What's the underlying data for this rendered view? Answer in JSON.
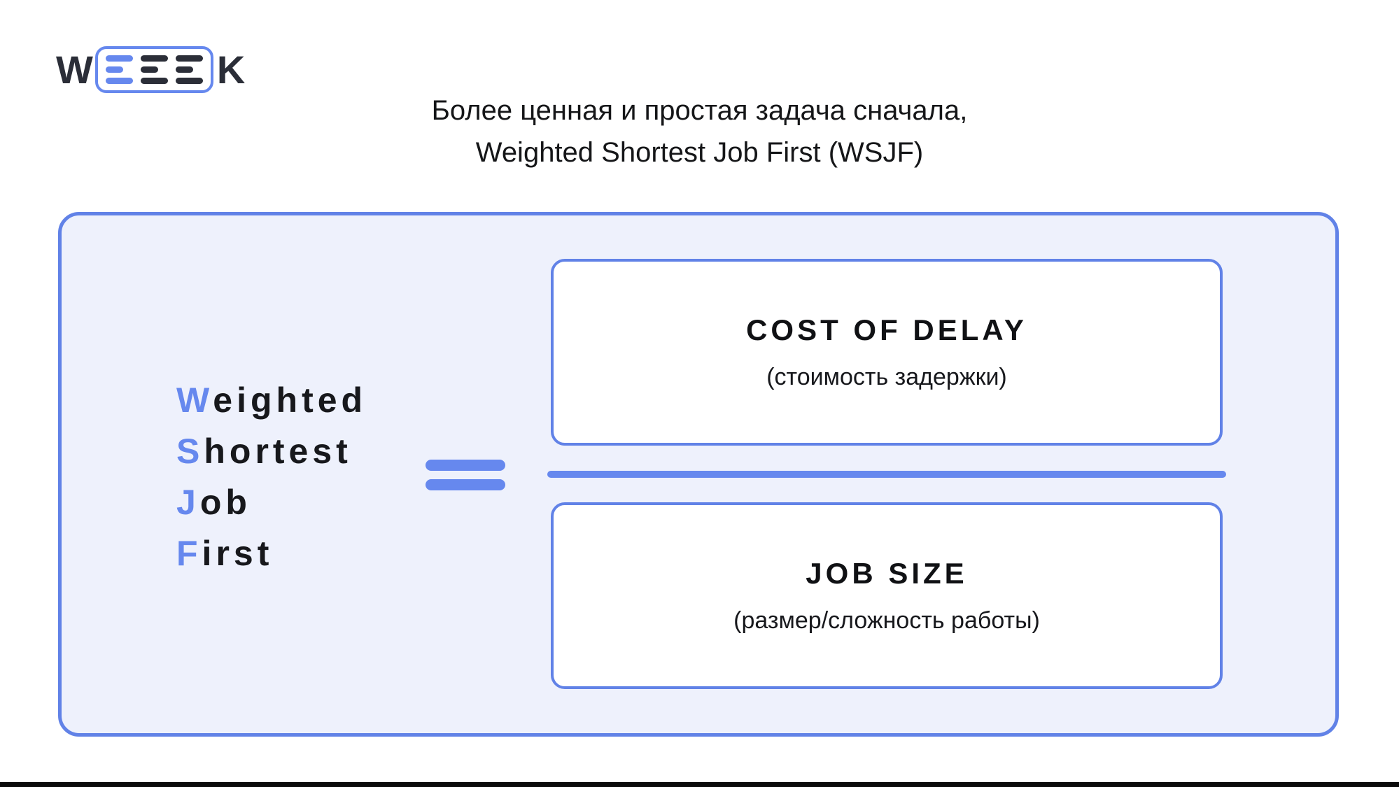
{
  "logo": {
    "letter_w": "W",
    "letter_k": "K",
    "e_icon_count": 3,
    "accent_color": "#6688EE",
    "dark_color": "#2B2E38"
  },
  "title": {
    "line1": "Более ценная и простая задача сначала,",
    "line2": "Weighted Shortest Job First (WSJF)"
  },
  "diagram": {
    "acronym_lines": [
      {
        "initial": "W",
        "rest": "eighted"
      },
      {
        "initial": "S",
        "rest": "hortest"
      },
      {
        "initial": "J",
        "rest": "ob"
      },
      {
        "initial": "F",
        "rest": "irst"
      }
    ],
    "equals_sign": "=",
    "numerator": {
      "title": "COST OF DELAY",
      "subtitle": "(стоимость задержки)"
    },
    "denominator": {
      "title": "JOB SIZE",
      "subtitle": "(размер/сложность работы)"
    }
  },
  "colors": {
    "accent_blue": "#6688EE",
    "border_blue": "#6182E7",
    "card_background": "#EEF1FC",
    "text_dark": "#17181C",
    "bottom_bar_black": "#0B0B0B",
    "page_background": "#FFFFFF"
  }
}
